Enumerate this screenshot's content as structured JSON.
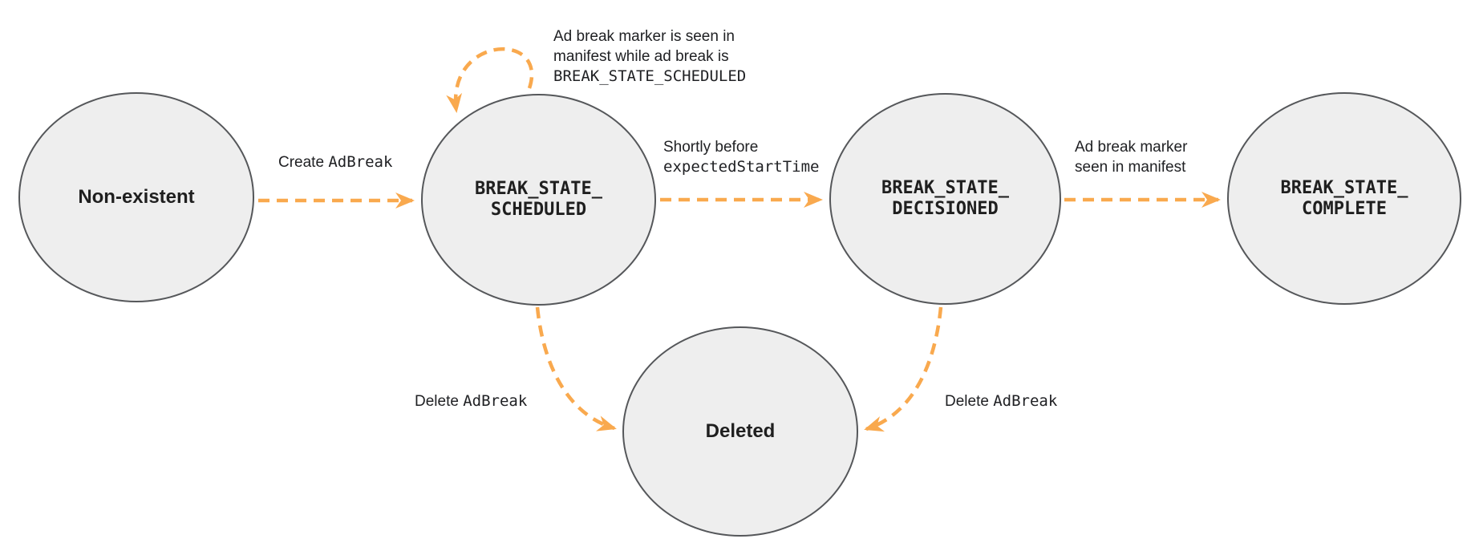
{
  "diagram": {
    "type": "state-diagram",
    "colors": {
      "arrow": "#F9A94E",
      "node_fill": "#EEEEEE",
      "node_border": "#55575A",
      "text": "#202124"
    }
  },
  "states": {
    "non_existent": {
      "label": "Non-existent"
    },
    "scheduled": {
      "line1": "BREAK_STATE_",
      "line2": "SCHEDULED"
    },
    "decisioned": {
      "line1": "BREAK_STATE_",
      "line2": "DECISIONED"
    },
    "complete": {
      "line1": "BREAK_STATE_",
      "line2": "COMPLETE"
    },
    "deleted": {
      "label": "Deleted"
    }
  },
  "transitions": {
    "create": {
      "from": "Non-existent",
      "to": "BREAK_STATE_SCHEDULED",
      "plain": "Create",
      "code": "AdBreak"
    },
    "self_loop": {
      "from": "BREAK_STATE_SCHEDULED",
      "to": "BREAK_STATE_SCHEDULED",
      "line1": "Ad break marker is seen in",
      "line2": "manifest while ad break is",
      "code": "BREAK_STATE_SCHEDULED"
    },
    "decision": {
      "from": "BREAK_STATE_SCHEDULED",
      "to": "BREAK_STATE_DECISIONED",
      "plain": "Shortly before",
      "code": "expectedStartTime"
    },
    "complete": {
      "from": "BREAK_STATE_DECISIONED",
      "to": "BREAK_STATE_COMPLETE",
      "line1": "Ad break marker",
      "line2": "seen in manifest"
    },
    "delete_left": {
      "from": "BREAK_STATE_SCHEDULED",
      "to": "Deleted",
      "plain": "Delete",
      "code": "AdBreak"
    },
    "delete_right": {
      "from": "BREAK_STATE_DECISIONED",
      "to": "Deleted",
      "plain": "Delete",
      "code": "AdBreak"
    }
  }
}
